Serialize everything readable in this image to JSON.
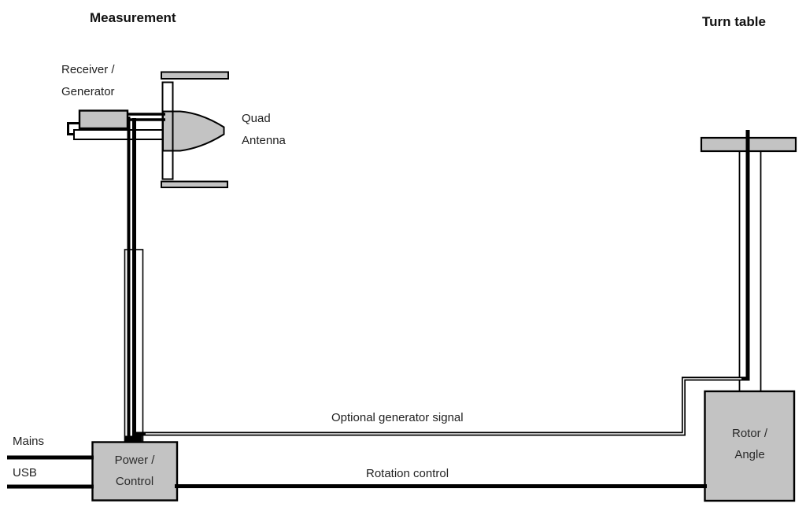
{
  "diagram": {
    "titles": {
      "measurement": "Measurement",
      "turn_table": "Turn table"
    },
    "nodes": {
      "receiver": {
        "line1": "Receiver /",
        "line2": "Generator"
      },
      "quad_antenna": {
        "line1": "Quad",
        "line2": "Antenna"
      },
      "power_control": {
        "line1": "Power /",
        "line2": "Control"
      },
      "rotor_angle": {
        "line1": "Rotor /",
        "line2": "Angle"
      }
    },
    "connections": {
      "mains": "Mains",
      "usb": "USB",
      "optional_generator_signal": "Optional generator signal",
      "rotation_control": "Rotation control"
    },
    "colors": {
      "block_fill": "#c3c3c3",
      "line": "#000000",
      "background": "#ffffff"
    }
  }
}
